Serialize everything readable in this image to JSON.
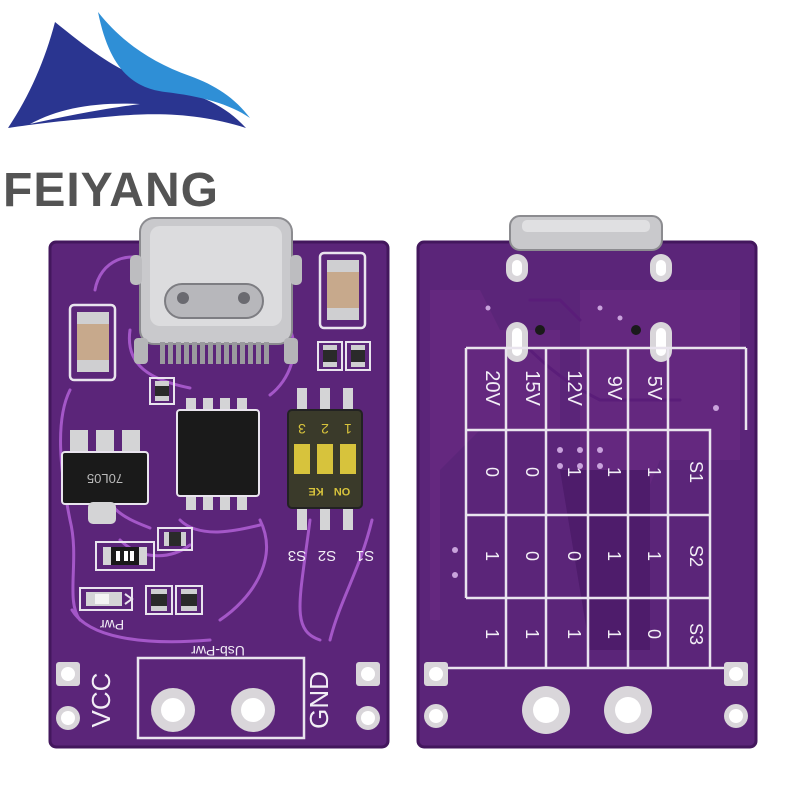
{
  "brand": {
    "name": "FEIYANG",
    "colors": {
      "logo_dark": "#2a3590",
      "logo_light": "#2f8fd6",
      "text": "#545454"
    }
  },
  "board_colors": {
    "pcb": "#5b2579",
    "pcb_edge": "#43175d",
    "pad": "#d9d6da",
    "silk": "#e9e4ee"
  },
  "front_board": {
    "dip_numbers": [
      "1",
      "2",
      "3"
    ],
    "dip_on": "ON",
    "dip_ke": "KE",
    "switch_labels": [
      "S1",
      "S2",
      "S3"
    ],
    "ldo_marking": "70L05",
    "led_label": "Pwr",
    "usb_label": "Usb-Pwr",
    "vcc_label": "VCC",
    "gnd_label": "GND"
  },
  "back_board": {
    "voltage_headers": [
      "5V",
      "9V",
      "12V",
      "15V",
      "20V"
    ],
    "switch_rows": [
      {
        "label": "S1",
        "values": [
          "1",
          "1",
          "1",
          "0",
          "0"
        ]
      },
      {
        "label": "S2",
        "values": [
          "1",
          "1",
          "0",
          "0",
          "1"
        ]
      },
      {
        "label": "S3",
        "values": [
          "0",
          "1",
          "1",
          "1",
          "1"
        ]
      }
    ]
  }
}
